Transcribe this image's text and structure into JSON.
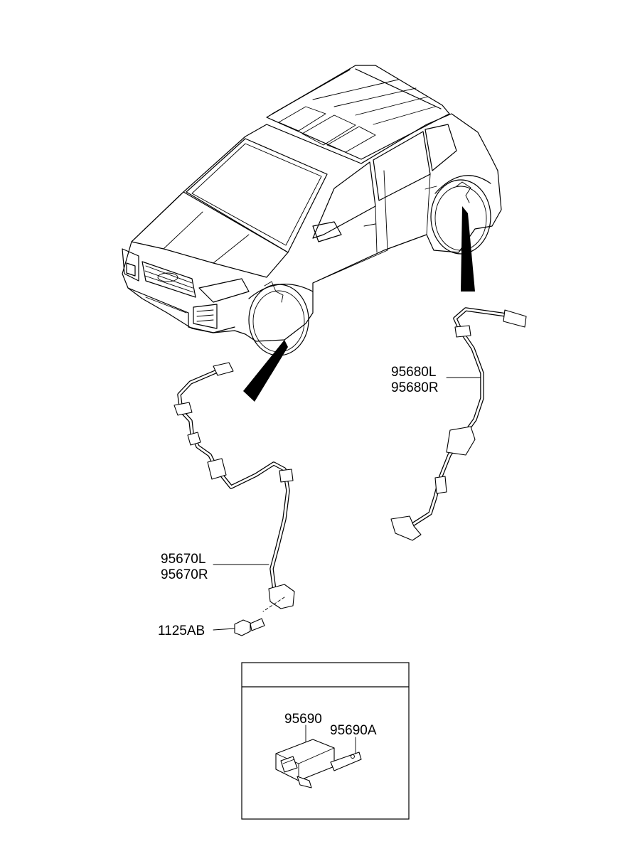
{
  "callouts": {
    "front_sensor": [
      "95670L",
      "95670R"
    ],
    "rear_sensor": [
      "95680L",
      "95680R"
    ],
    "bolt": "1125AB",
    "module": "95690",
    "module_bracket": "95690A"
  }
}
